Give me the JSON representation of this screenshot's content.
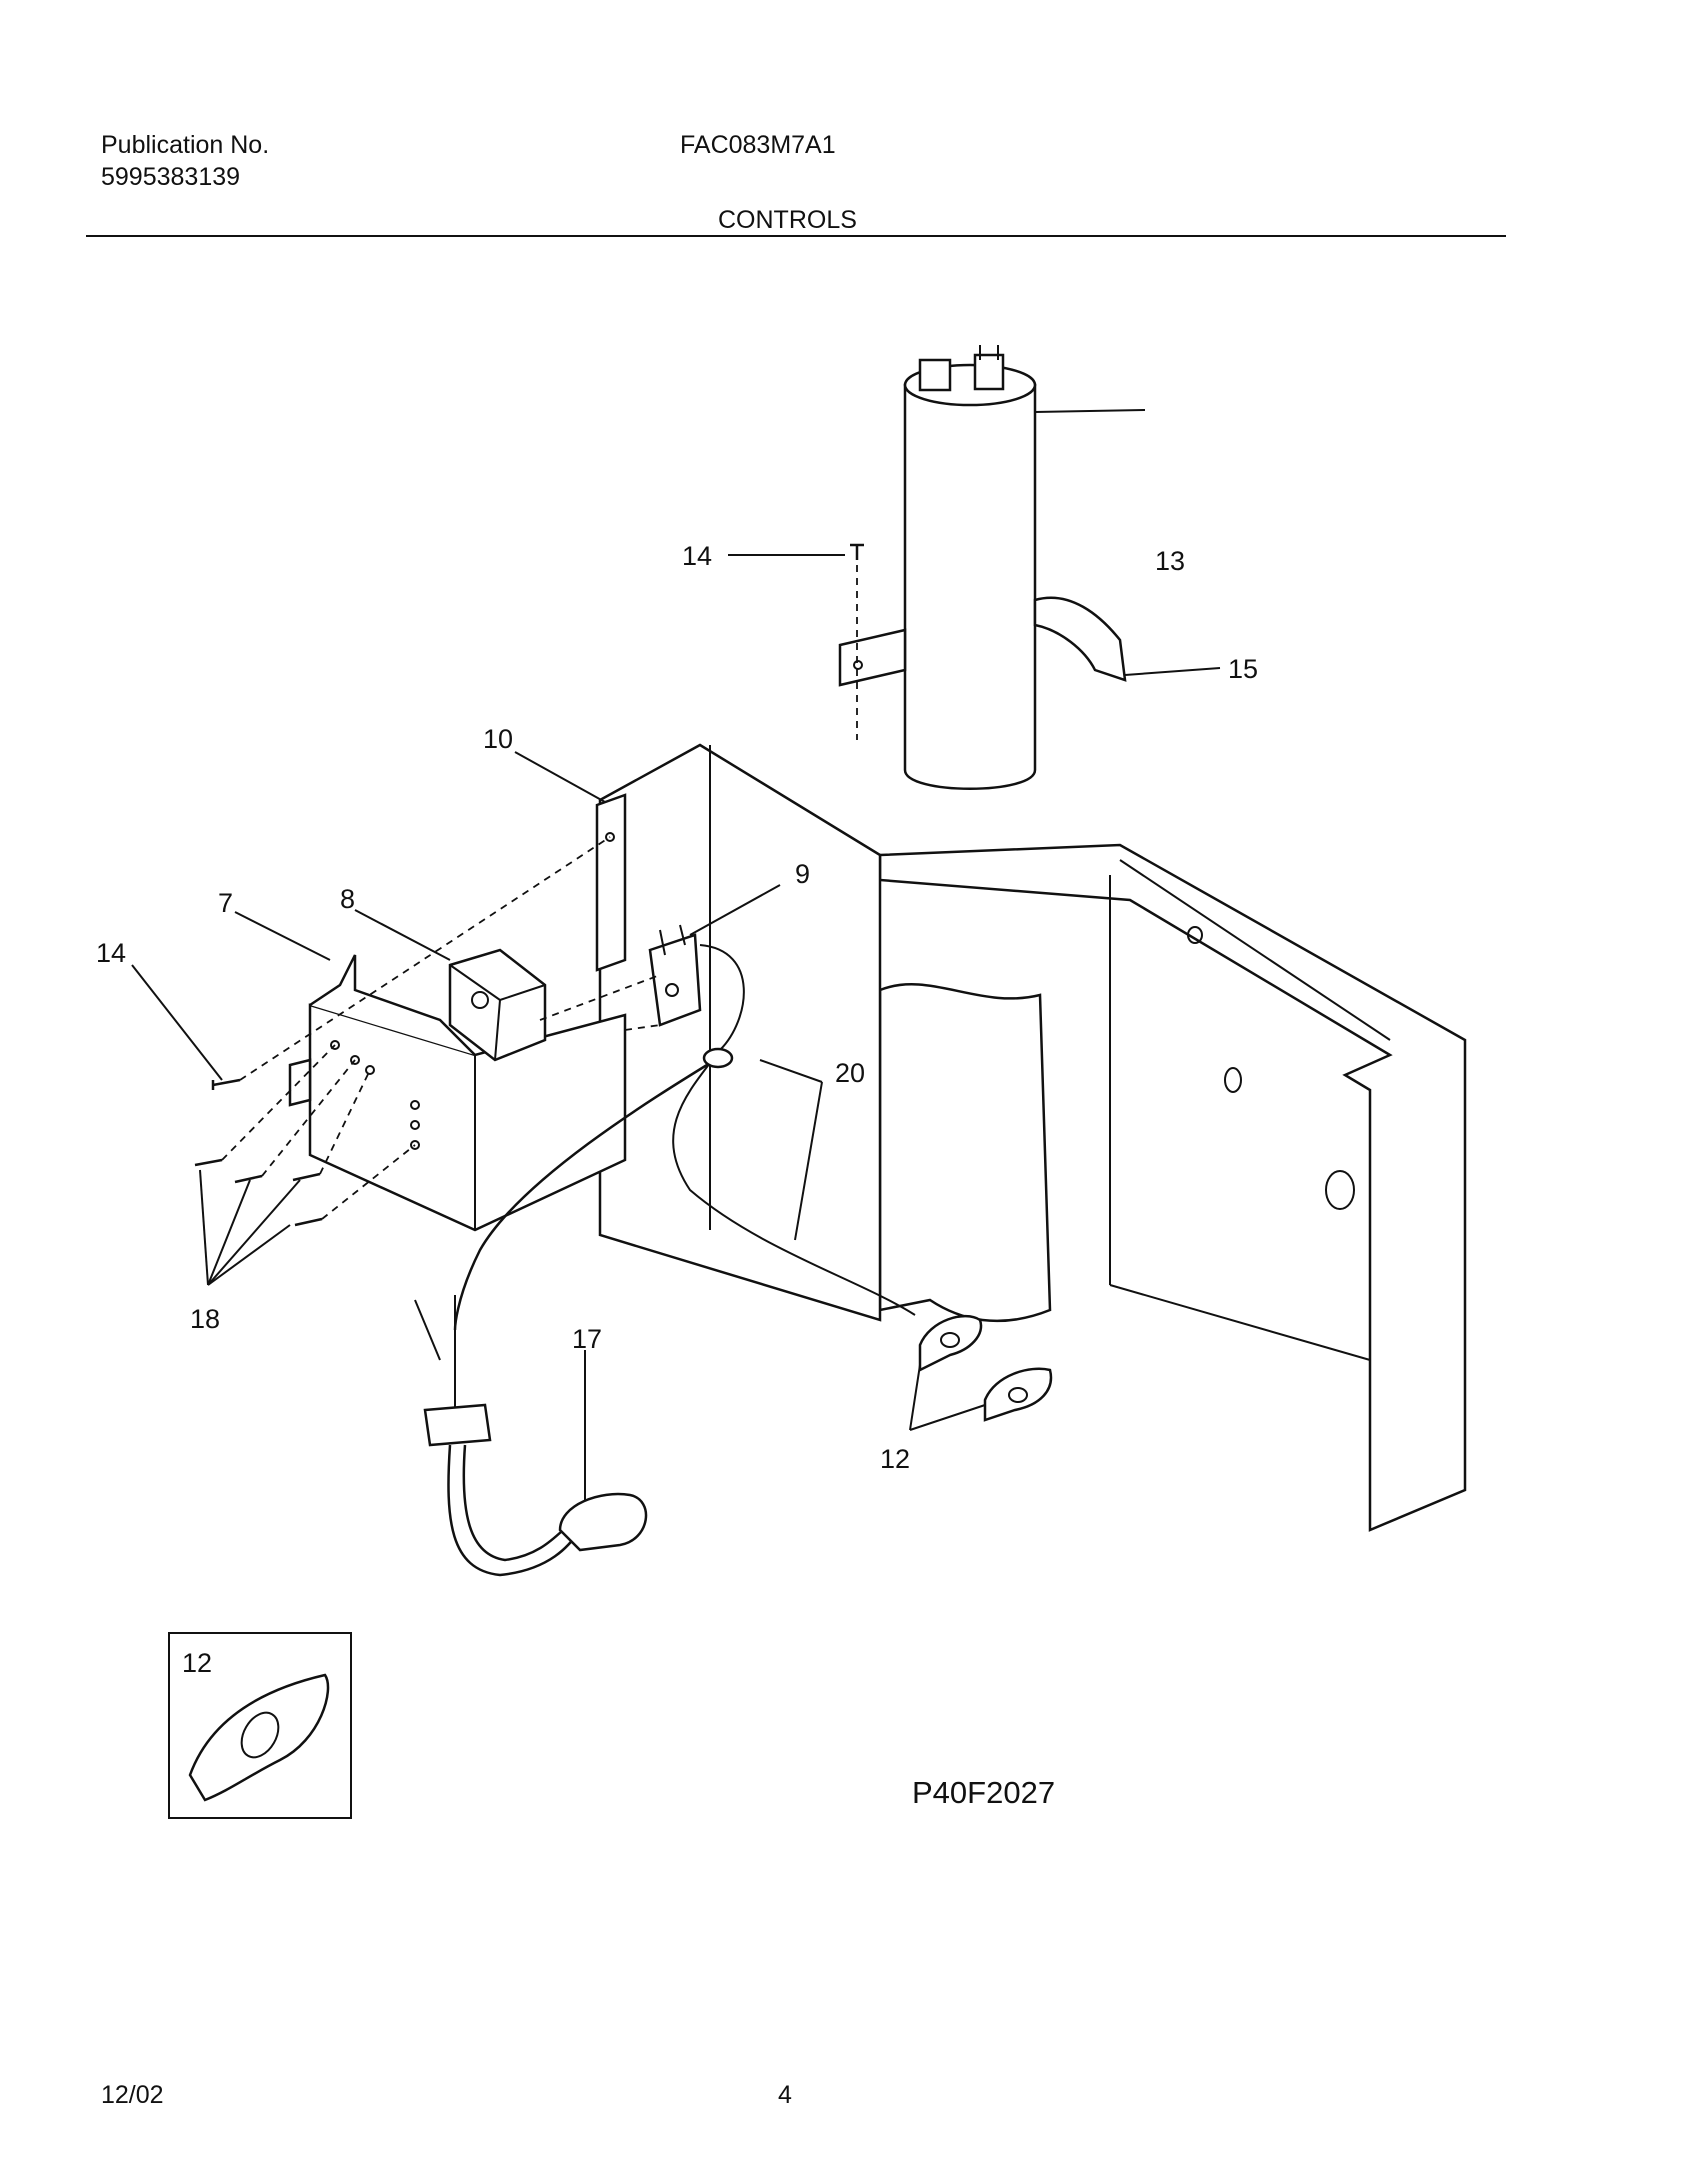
{
  "header": {
    "publication_label": "Publication No.",
    "publication_number": "5995383139",
    "model": "FAC083M7A1",
    "section_title": "CONTROLS"
  },
  "callouts": {
    "c7": "7",
    "c8": "8",
    "c9": "9",
    "c10": "10",
    "c12": "12",
    "c12_inset": "12",
    "c13": "13",
    "c14_top": "14",
    "c14_left": "14",
    "c15": "15",
    "c17": "17",
    "c18": "18",
    "c20": "20"
  },
  "figure_ref": "P40F2027",
  "footer": {
    "date": "12/02",
    "page": "4"
  }
}
